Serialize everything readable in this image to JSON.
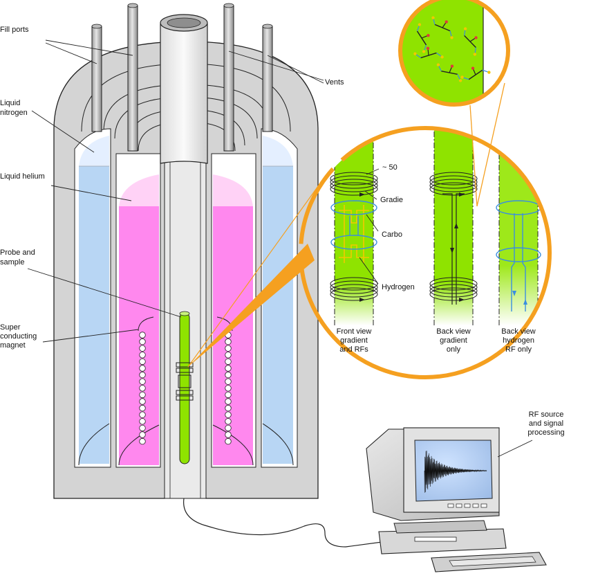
{
  "labels": {
    "fill_ports": "Fill ports",
    "vents": "Vents",
    "liquid_nitrogen_1": "Liquid",
    "liquid_nitrogen_2": "nitrogen",
    "liquid_helium": "Liquid helium",
    "probe_1": "Probe and",
    "probe_2": "sample",
    "magnet_1": "Super",
    "magnet_2": "conducting",
    "magnet_3": "magnet",
    "coil_count": "~ 50",
    "gradient": "Gradie",
    "carbon": "Carbo",
    "hydrogen": "Hydrogen",
    "rf_1": "RF source",
    "rf_2": "and signal",
    "rf_3": "processing"
  },
  "views": [
    {
      "line1": "Front view",
      "line2": "gradient",
      "line3": "and RFs"
    },
    {
      "line1": "Back view",
      "line2": "gradient",
      "line3": "only"
    },
    {
      "line1": "Back view",
      "line2": "hydrogen",
      "line3": "RF only"
    }
  ],
  "colors": {
    "dewar_gray": "#d4d4d4",
    "nitrogen_blue": "#b8d6f4",
    "helium_pink": "#ff88ee",
    "sample_green": "#8fe300",
    "callout_orange": "#f5a020",
    "rf_blue": "#3a8ee0",
    "carbon_yellow": "#f2c800"
  }
}
